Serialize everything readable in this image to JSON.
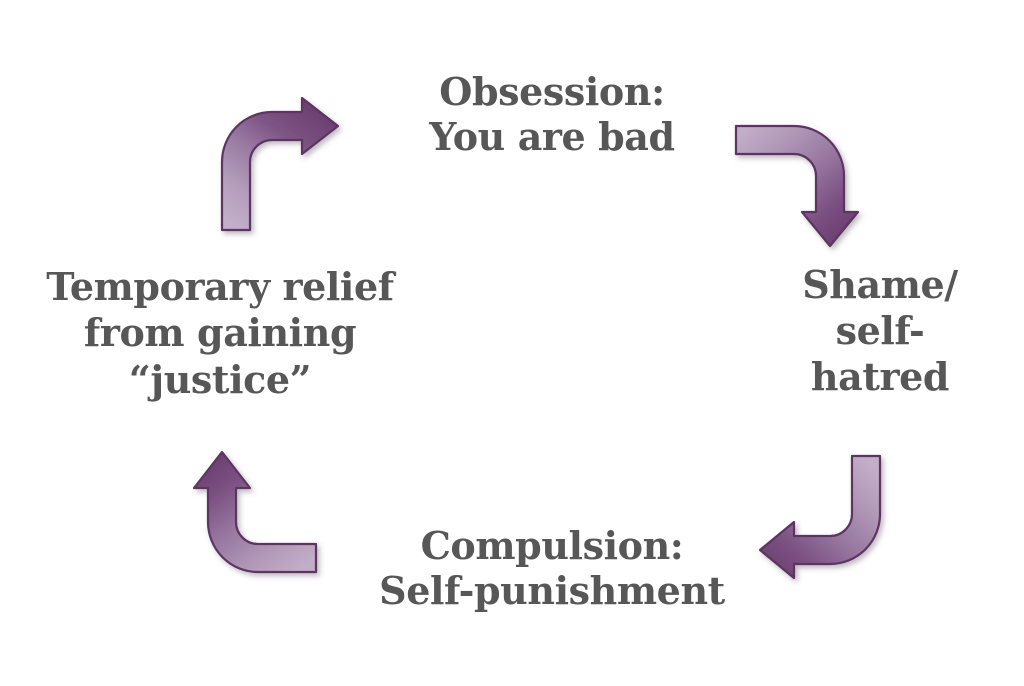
{
  "diagram": {
    "title": "Shame cycle diagram",
    "background_color": "#ffffff",
    "text_color": "#575757",
    "arrow_color_dark": "#6d4270",
    "arrow_color_light": "#b9a2c0",
    "arrow_outline_color": "#5c3560"
  },
  "nodes": {
    "obsession": {
      "label": "Obsession:\nYou are bad",
      "position": "top"
    },
    "shame": {
      "label": "Shame/\nself-\nhatred",
      "position": "right"
    },
    "compulsion": {
      "label": "Compulsion:\nSelf-punishment",
      "position": "bottom"
    },
    "relief": {
      "label": "Temporary relief\nfrom gaining\n“justice”",
      "position": "left"
    }
  },
  "arrows": {
    "top_left": {
      "name": "arrow-bent-up-right",
      "from": "relief",
      "to": "obsession",
      "direction": "up-then-right"
    },
    "top_right": {
      "name": "arrow-bent-right-down",
      "from": "obsession",
      "to": "shame",
      "direction": "right-then-down"
    },
    "bottom_right": {
      "name": "arrow-bent-down-left",
      "from": "shame",
      "to": "compulsion",
      "direction": "down-then-left"
    },
    "bottom_left": {
      "name": "arrow-bent-left-up",
      "from": "compulsion",
      "to": "relief",
      "direction": "left-then-up"
    }
  }
}
